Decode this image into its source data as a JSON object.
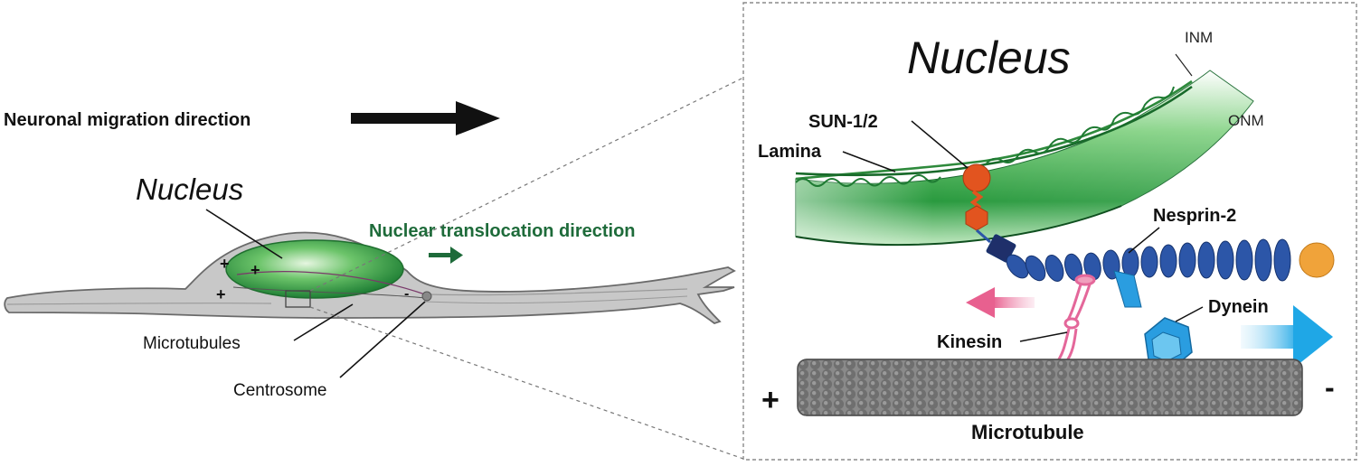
{
  "left": {
    "migration_label": "Neuronal migration direction",
    "nucleus_label": "Nucleus",
    "translocation_label": "Nuclear translocation direction",
    "microtubules_label": "Microtubules",
    "centrosome_label": "Centrosome",
    "plus_sign": "+",
    "minus_sign": "-"
  },
  "inset": {
    "nucleus_title": "Nucleus",
    "inm_label": "INM",
    "onm_label": "ONM",
    "sun_label": "SUN-1/2",
    "lamina_label": "Lamina",
    "nesprin_label": "Nesprin-2",
    "dynein_label": "Dynein",
    "kinesin_label": "Kinesin",
    "microtubule_label": "Microtubule",
    "plus_sign": "+",
    "minus_sign": "-"
  },
  "colors": {
    "migration_arrow": "#111111",
    "translocation_text": "#1e6b3a",
    "nucleus_green": "#2f9a45",
    "cell_gray": "#c8c8c8",
    "sun_orange": "#e2541f",
    "nesprin_blue": "#2c56a8",
    "dynein_blue": "#2a9de0",
    "kinesin_pink": "#e4679a",
    "endcap_orange": "#f0a33a",
    "microtubule_gray": "#7d7d7d"
  }
}
